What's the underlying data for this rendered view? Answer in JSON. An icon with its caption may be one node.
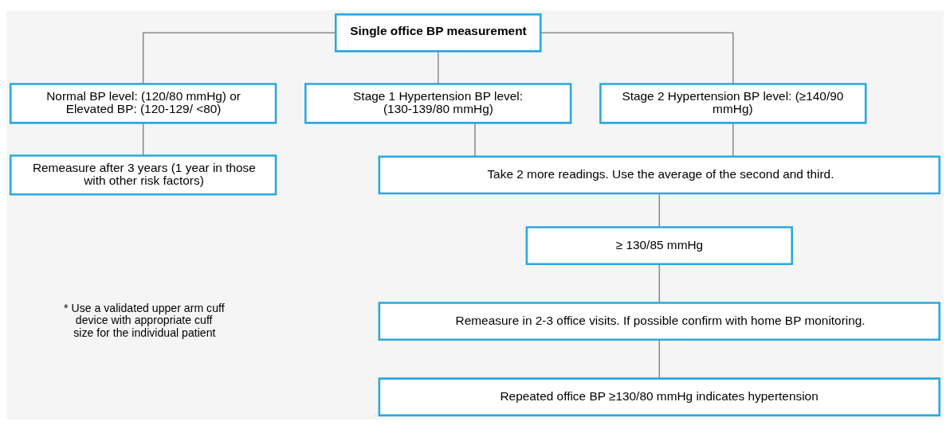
{
  "diagram": {
    "nodes": [
      {
        "text": [
          "Single office BP measurement"
        ]
      },
      {
        "text": [
          "Normal BP level: (120/80 mmHg) or Elevated BP: (120-129/ <80)"
        ]
      },
      {
        "text": [
          "Stage 1 Hypertension BP level: (130-139/80 mmHg)"
        ]
      },
      {
        "text": [
          "Stage 2 Hypertension BP level: (≥140/90 mmHg)"
        ]
      },
      {
        "text": [
          "Remeasure after 3 years (1 year in those with other risk factors)"
        ]
      },
      {
        "text": [
          "Take 2 more readings. Use the average of the second and third."
        ]
      },
      {
        "text": [
          "≥ 130/85 mmHg"
        ]
      },
      {
        "text": [
          "Remeasure in 2-3 office visits. If possible confirm with home BP monitoring."
        ]
      },
      {
        "text": [
          "Repeated office BP ≥130/80 mmHg indicates hypertension"
        ]
      }
    ],
    "edges": [
      {
        "from": 0,
        "to": 1,
        "arrow": "none"
      },
      {
        "from": 0,
        "to": 2,
        "arrow": "none"
      },
      {
        "from": 0,
        "to": 3,
        "arrow": "none"
      },
      {
        "from": 1,
        "to": 4,
        "arrow": "none"
      },
      {
        "from": 2,
        "to": 5,
        "arrow": "none"
      },
      {
        "from": 3,
        "to": 5,
        "arrow": "none"
      },
      {
        "from": 5,
        "to": 6,
        "arrow": "none"
      },
      {
        "from": 6,
        "to": 7,
        "arrow": "none"
      },
      {
        "from": 7,
        "to": 8,
        "arrow": "none"
      }
    ],
    "labels": [
      "* Use a validated upper arm cuff device with appropriate cuff size for the individual patient"
    ]
  }
}
